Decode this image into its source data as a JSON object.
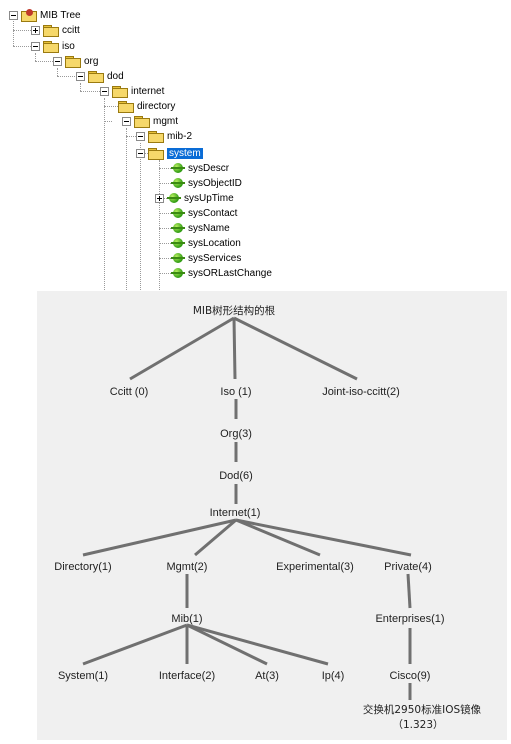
{
  "tree": {
    "root": "MIB Tree",
    "nodes": {
      "ccitt": "ccitt",
      "iso": "iso",
      "org": "org",
      "dod": "dod",
      "internet": "internet",
      "directory": "directory",
      "mgmt": "mgmt",
      "mib2": "mib-2",
      "system": "system"
    },
    "leaves": [
      "sysDescr",
      "sysObjectID",
      "sysUpTime",
      "sysContact",
      "sysName",
      "sysLocation",
      "sysServices",
      "sysORLastChange"
    ],
    "selected": "system"
  },
  "diagram": {
    "title": "MIB树形结构的根",
    "ccitt": "Ccitt (0)",
    "iso": "Iso (1)",
    "joint": "Joint-iso-ccitt(2)",
    "org": "Org(3)",
    "dod": "Dod(6)",
    "internet": "Internet(1)",
    "directory": "Directory(1)",
    "mgmt": "Mgmt(2)",
    "experimental": "Experimental(3)",
    "private": "Private(4)",
    "mib": "Mib(1)",
    "enterprises": "Enterprises(1)",
    "system": "System(1)",
    "interface": "Interface(2)",
    "at": "At(3)",
    "ip": "Ip(4)",
    "cisco": "Cisco(9)",
    "note_line1": "交换机2950标准IOS镜像",
    "note_line2": "（1.323）"
  },
  "colors": {
    "selection": "#0a6cd6",
    "tree_line": "#6e6e6e",
    "diagram_bg": "#f0f0f0"
  }
}
